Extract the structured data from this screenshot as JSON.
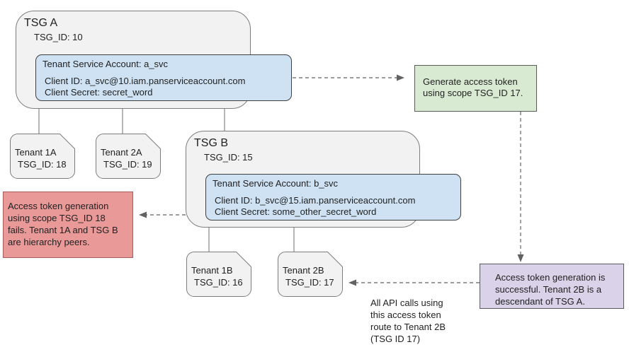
{
  "colors": {
    "container_fill": "#f2f2f2",
    "container_border": "#7d7d7d",
    "account_fill": "#cfe2f3",
    "account_border": "#3f3f3f",
    "green_fill": "#d9ead3",
    "red_fill": "#ea9999",
    "red_border": "#a85b5b",
    "purple_fill": "#d9d2e9",
    "note_border": "#5a5a5a",
    "text": "#212121"
  },
  "tsg_a": {
    "title": "TSG A",
    "id_label": "TSG_ID: 10",
    "account": {
      "title": "Tenant Service Account: a_svc",
      "client_id": "Client ID: a_svc@10.iam.panserviceaccount.com",
      "client_secret": "Client Secret: secret_word"
    }
  },
  "tsg_b": {
    "title": "TSG B",
    "id_label": "TSG_ID: 15",
    "account": {
      "title": "Tenant Service Account: b_svc",
      "client_id": "Client ID: b_svc@15.iam.panserviceaccount.com",
      "client_secret": "Client Secret: some_other_secret_word"
    }
  },
  "tenants": [
    {
      "name": "Tenant 1A",
      "id_label": "TSG_ID: 18"
    },
    {
      "name": "Tenant 2A",
      "id_label": "TSG_ID: 19"
    },
    {
      "name": "Tenant 1B",
      "id_label": "TSG_ID: 16"
    },
    {
      "name": "Tenant 2B",
      "id_label": "TSG_ID: 17"
    }
  ],
  "notes": {
    "generate_token": {
      "lines": [
        "Generate access token",
        "using scope TSG_ID 17."
      ]
    },
    "token_fails": {
      "lines": [
        "Access token generation",
        "using scope TSG_ID 18",
        "fails. Tenant 1A and TSG B",
        "are hierarchy peers."
      ]
    },
    "token_success": {
      "lines": [
        "Access token generation is",
        "successful. Tenant 2B is a",
        "descendant of TSG A."
      ]
    },
    "api_route": {
      "lines": [
        "All API calls using",
        "this access token",
        "route to Tenant 2B",
        "(TSG ID 17)"
      ]
    }
  }
}
